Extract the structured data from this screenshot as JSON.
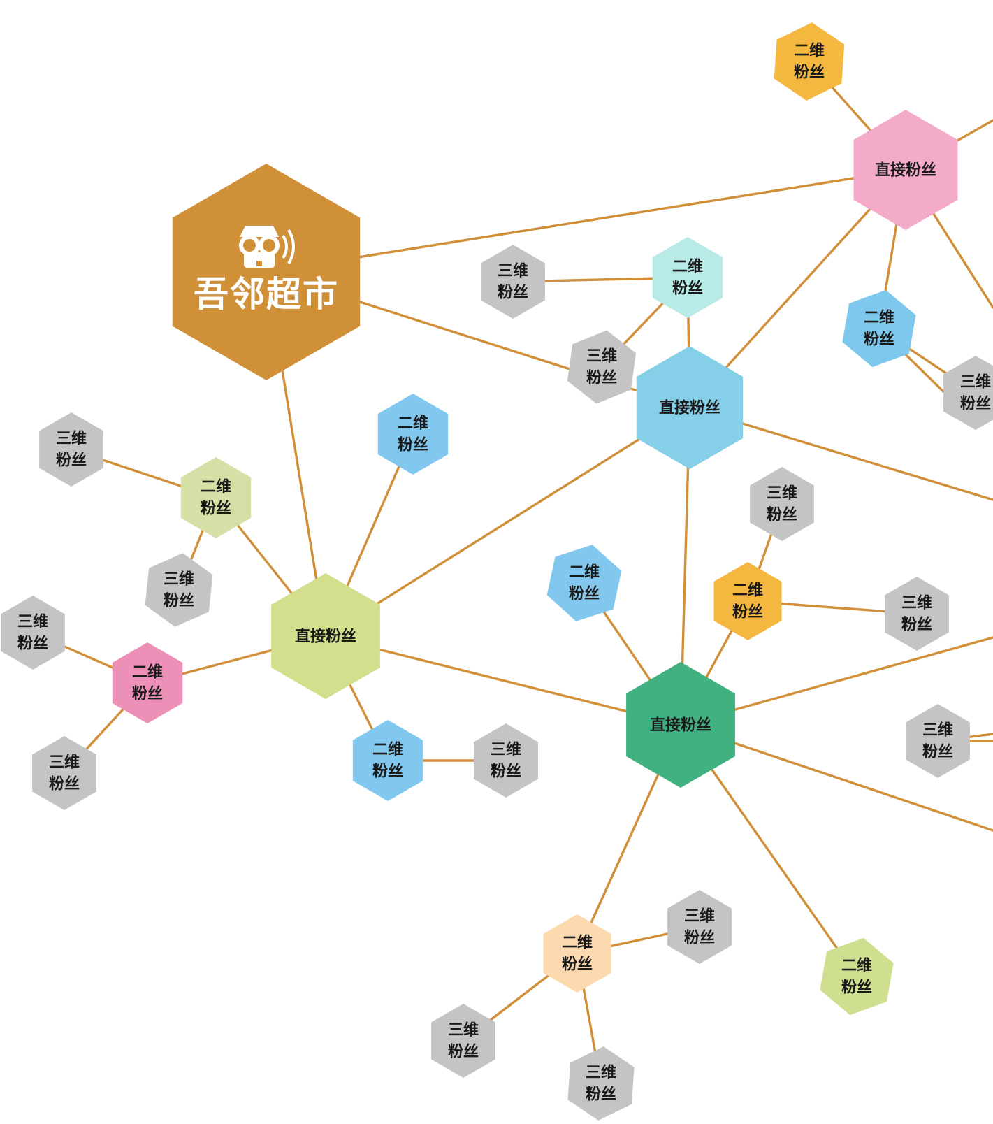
{
  "brand": {
    "name": "吾邻超市",
    "icon": "storefront-speaker-icon",
    "color": "#d09038"
  },
  "labels": {
    "direct": "直接粉丝",
    "secondary": [
      "二维",
      "粉丝"
    ],
    "tertiary": [
      "三维",
      "粉丝"
    ]
  },
  "colors": {
    "edge": "#d08f38",
    "gray": "#c4c4c4",
    "direct_pink": "#f4abc9",
    "direct_blue": "#86cfe8",
    "direct_lime": "#d3df8c",
    "direct_green": "#41b182",
    "orange": "#f4b840",
    "mint": "#b8ebe6",
    "sky": "#82c7ee",
    "sky2": "#7dc8ec",
    "pale_green": "#d5e0a7",
    "pink": "#ec90b8",
    "peach": "#fcd9ae",
    "lime2": "#cfdf90"
  },
  "nodes": [
    {
      "id": "hub",
      "type": "brand"
    },
    {
      "id": "d_pink",
      "type": "direct",
      "color": "direct_pink"
    },
    {
      "id": "d_blue",
      "type": "direct",
      "color": "direct_blue"
    },
    {
      "id": "d_lime",
      "type": "direct",
      "color": "direct_lime"
    },
    {
      "id": "d_green",
      "type": "direct",
      "color": "direct_green"
    },
    {
      "id": "s_orange_top",
      "type": "secondary",
      "color": "orange"
    },
    {
      "id": "s_sky_right",
      "type": "secondary",
      "color": "sky2"
    },
    {
      "id": "s_mint",
      "type": "secondary",
      "color": "mint"
    },
    {
      "id": "s_sky_mid",
      "type": "secondary",
      "color": "sky"
    },
    {
      "id": "s_pale",
      "type": "secondary",
      "color": "pale_green"
    },
    {
      "id": "s_pink",
      "type": "secondary",
      "color": "pink"
    },
    {
      "id": "s_sky_low",
      "type": "secondary",
      "color": "sky"
    },
    {
      "id": "s_sky_green",
      "type": "secondary",
      "color": "sky"
    },
    {
      "id": "s_orange_mid",
      "type": "secondary",
      "color": "orange"
    },
    {
      "id": "s_peach",
      "type": "secondary",
      "color": "peach"
    },
    {
      "id": "s_lime_low",
      "type": "secondary",
      "color": "lime2"
    },
    {
      "id": "t1",
      "type": "tertiary",
      "color": "gray"
    },
    {
      "id": "t2",
      "type": "tertiary",
      "color": "gray"
    },
    {
      "id": "t3",
      "type": "tertiary",
      "color": "gray"
    },
    {
      "id": "t4",
      "type": "tertiary",
      "color": "gray"
    },
    {
      "id": "t5",
      "type": "tertiary",
      "color": "gray"
    },
    {
      "id": "t6",
      "type": "tertiary",
      "color": "gray"
    },
    {
      "id": "t7",
      "type": "tertiary",
      "color": "gray"
    },
    {
      "id": "t8",
      "type": "tertiary",
      "color": "gray"
    },
    {
      "id": "t9",
      "type": "tertiary",
      "color": "gray"
    },
    {
      "id": "t10",
      "type": "tertiary",
      "color": "gray"
    },
    {
      "id": "t11",
      "type": "tertiary",
      "color": "gray"
    },
    {
      "id": "t12",
      "type": "tertiary",
      "color": "gray"
    },
    {
      "id": "t13",
      "type": "tertiary",
      "color": "gray"
    },
    {
      "id": "t14",
      "type": "tertiary",
      "color": "gray"
    },
    {
      "id": "t15",
      "type": "tertiary",
      "color": "gray"
    }
  ],
  "edges": [
    [
      "hub",
      "d_pink"
    ],
    [
      "hub",
      "d_blue"
    ],
    [
      "hub",
      "d_lime"
    ],
    [
      "d_pink",
      "s_orange_top"
    ],
    [
      "d_pink",
      "s_sky_right"
    ],
    [
      "d_pink",
      "d_blue"
    ],
    [
      "s_sky_right",
      "t15"
    ],
    [
      "d_blue",
      "s_mint"
    ],
    [
      "d_blue",
      "d_lime"
    ],
    [
      "d_blue",
      "d_green"
    ],
    [
      "s_mint",
      "t1"
    ],
    [
      "s_mint",
      "t2"
    ],
    [
      "d_lime",
      "s_sky_mid"
    ],
    [
      "d_lime",
      "s_pale"
    ],
    [
      "d_lime",
      "s_pink"
    ],
    [
      "d_lime",
      "s_sky_low"
    ],
    [
      "d_lime",
      "d_green"
    ],
    [
      "s_pale",
      "t3"
    ],
    [
      "s_pale",
      "t4"
    ],
    [
      "s_pink",
      "t5"
    ],
    [
      "s_pink",
      "t6"
    ],
    [
      "s_sky_low",
      "t7"
    ],
    [
      "d_green",
      "s_sky_green"
    ],
    [
      "d_green",
      "s_orange_mid"
    ],
    [
      "d_green",
      "s_peach"
    ],
    [
      "d_green",
      "s_lime_low"
    ],
    [
      "s_orange_mid",
      "t8"
    ],
    [
      "s_orange_mid",
      "t9"
    ],
    [
      "s_peach",
      "t10"
    ],
    [
      "s_peach",
      "t11"
    ],
    [
      "s_peach",
      "t12"
    ],
    [
      "t13",
      "offscreen_right"
    ],
    [
      "t14",
      "offscreen_right"
    ]
  ]
}
